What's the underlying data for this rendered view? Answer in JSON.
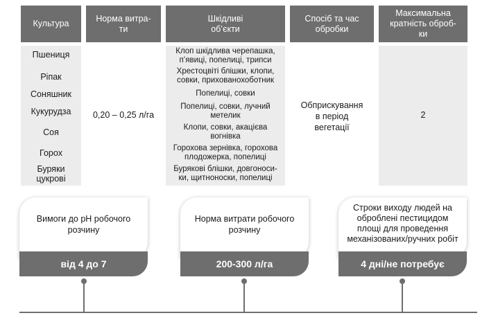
{
  "table": {
    "headers": [
      "Культура",
      "Норма витра-\nти",
      "Шкідливі\nоб’єкти",
      "Спосіб та час\nобробки",
      "Максимальна\nкратність оброб-\nки"
    ],
    "crops": [
      "Пшениця",
      "Ріпак",
      "Соняшник",
      "Кукурудза",
      "Соя",
      "Горох",
      "Буряки\nцукрові"
    ],
    "rate": "0,20 – 0,25 л/га",
    "pests": [
      "Клоп шкідлива черепашка,\nп’явиці, попелиці, трипси",
      "Хрестоцвіті блішки, клопи,\nсовки, прихованохоботник",
      "Попелиці, совки",
      "Попелиці, совки, лучний\nметелик",
      "Клопи, совки, акацієва\nвогнівка",
      "Горохова зернівка, горохова\nплодожерка, попелиці",
      "Бурякові блішки, довгоноси-\nки, щитноноски, попелиці"
    ],
    "method": "Обприскування\nв період\nвегетації",
    "max_times": "2"
  },
  "cards": [
    {
      "title": "Вимоги до pH робочого\nрозчину",
      "value": "від 4 до 7"
    },
    {
      "title": "Норма витрати робочого\nрозчину",
      "value": "200-300 л/га"
    },
    {
      "title": "Строки виходу людей на\nоброблені пестицидом\nплощі для проведення\nмеханізованих/ручних робіт",
      "value": "4 дні/не потребує"
    }
  ]
}
